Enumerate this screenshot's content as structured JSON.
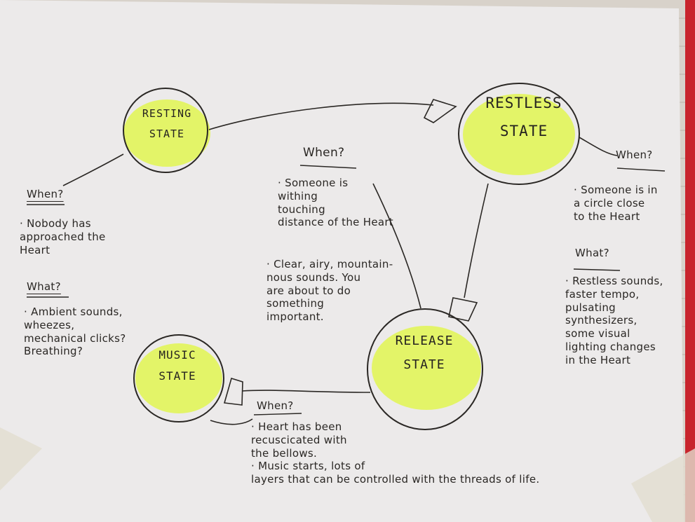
{
  "states": {
    "resting": "RESTING\nSTATE",
    "restless": "RESTLESS\nSTATE",
    "release": "RELEASE\nSTATE",
    "music": "MUSIC\nSTATE"
  },
  "notes": {
    "left": {
      "when_heading": "When?",
      "when_text": "· Nobody has\napproached the\nHeart",
      "what_heading": "What?",
      "what_text": "· Ambient sounds,\nwheezes,\nmechanical clicks?\nBreathing?"
    },
    "center": {
      "when_heading": "When?",
      "when_text": "· Someone is\nwithing\ntouching\ndistance of the Heart",
      "what_text": "· Clear, airy, mountain-\nnous sounds. You\nare about to do\nsomething\nimportant."
    },
    "right": {
      "when_heading": "When?",
      "when_text": "· Someone is in\na circle close\nto the Heart",
      "what_heading": "What?",
      "what_text": "· Restless sounds,\nfaster tempo,\npulsating\nsynthesizers,\nsome visual\nlighting changes\nin the Heart"
    },
    "bottom": {
      "when_heading": "When?",
      "when_text": "· Heart has been\nrecuscicated with\nthe bellows.\n· Music starts, lots of\nlayers that can be controlled with the threads of life."
    }
  },
  "colors": {
    "paper": "#eceaea",
    "highlight": "#e2f55a",
    "ink": "#2a2724"
  }
}
